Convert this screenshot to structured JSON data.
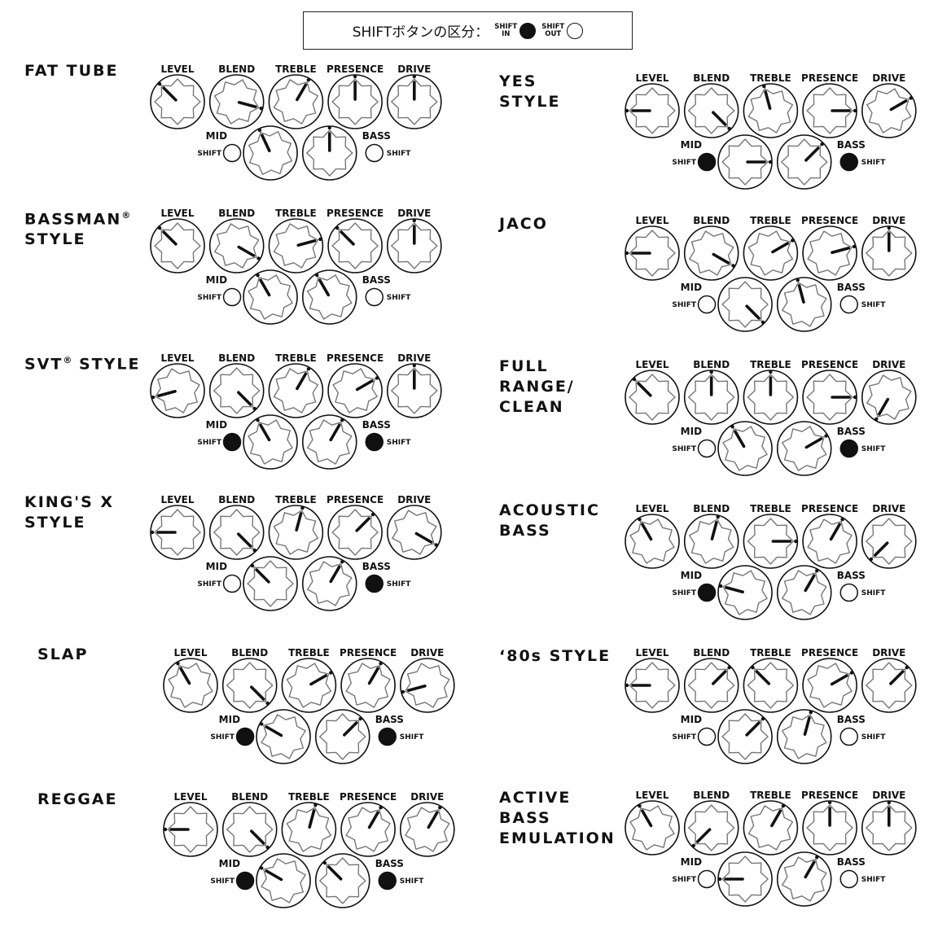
{
  "legend": {
    "text": "SHIFTボタンの区分：",
    "in": {
      "top": "SHIFT",
      "bottom": "IN"
    },
    "out": {
      "top": "SHIFT",
      "bottom": "OUT"
    }
  },
  "labels": {
    "level": "LEVEL",
    "blend": "BLEND",
    "treble": "TREBLE",
    "presence": "PRESENCE",
    "drive": "DRIVE",
    "mid": "MID",
    "bass": "BASS",
    "shift": "SHIFT"
  },
  "presets": [
    {
      "name": [
        "FAT TUBE"
      ],
      "knobs": [
        -45,
        105,
        30,
        0,
        0,
        -25,
        0
      ],
      "mid_shift": false,
      "bass_shift": false
    },
    {
      "name": [
        "BASSMAN",
        "STYLE"
      ],
      "reg": "®",
      "knobs": [
        -45,
        120,
        75,
        -45,
        0,
        -30,
        -30
      ],
      "mid_shift": false,
      "bass_shift": false
    },
    {
      "name": [
        "SVT",
        " STYLE"
      ],
      "reg": "®",
      "knobs": [
        -105,
        135,
        30,
        60,
        0,
        -30,
        30
      ],
      "mid_shift": true,
      "bass_shift": true
    },
    {
      "name": [
        "KING'S X",
        "STYLE"
      ],
      "knobs": [
        -90,
        135,
        15,
        45,
        120,
        -45,
        30
      ],
      "mid_shift": false,
      "bass_shift": true
    },
    {
      "name": [
        "SLAP"
      ],
      "knobs": [
        -30,
        135,
        60,
        30,
        -105,
        -60,
        45
      ],
      "mid_shift": true,
      "bass_shift": true
    },
    {
      "name": [
        "REGGAE"
      ],
      "knobs": [
        -90,
        135,
        15,
        30,
        30,
        -60,
        -45
      ],
      "mid_shift": true,
      "bass_shift": true
    },
    {
      "name": [
        "YES",
        "STYLE"
      ],
      "knobs": [
        -90,
        135,
        -15,
        90,
        60,
        90,
        45
      ],
      "mid_shift": true,
      "bass_shift": true
    },
    {
      "name": [
        "JACO"
      ],
      "knobs": [
        -90,
        120,
        60,
        75,
        0,
        135,
        -15
      ],
      "mid_shift": false,
      "bass_shift": false
    },
    {
      "name": [
        "FULL",
        "RANGE/",
        "CLEAN"
      ],
      "knobs": [
        -45,
        0,
        0,
        90,
        210,
        -30,
        60
      ],
      "mid_shift": false,
      "bass_shift": true
    },
    {
      "name": [
        "ACOUSTIC",
        "BASS"
      ],
      "knobs": [
        -30,
        15,
        90,
        30,
        225,
        -75,
        30
      ],
      "mid_shift": true,
      "bass_shift": false
    },
    {
      "name": [
        "‘80s STYLE"
      ],
      "knobs": [
        -90,
        45,
        -45,
        60,
        45,
        45,
        15
      ],
      "mid_shift": false,
      "bass_shift": false
    },
    {
      "name": [
        "ACTIVE",
        "BASS",
        "EMULATION"
      ],
      "knobs": [
        -30,
        225,
        30,
        0,
        0,
        -90,
        30
      ],
      "mid_shift": false,
      "bass_shift": false
    }
  ]
}
